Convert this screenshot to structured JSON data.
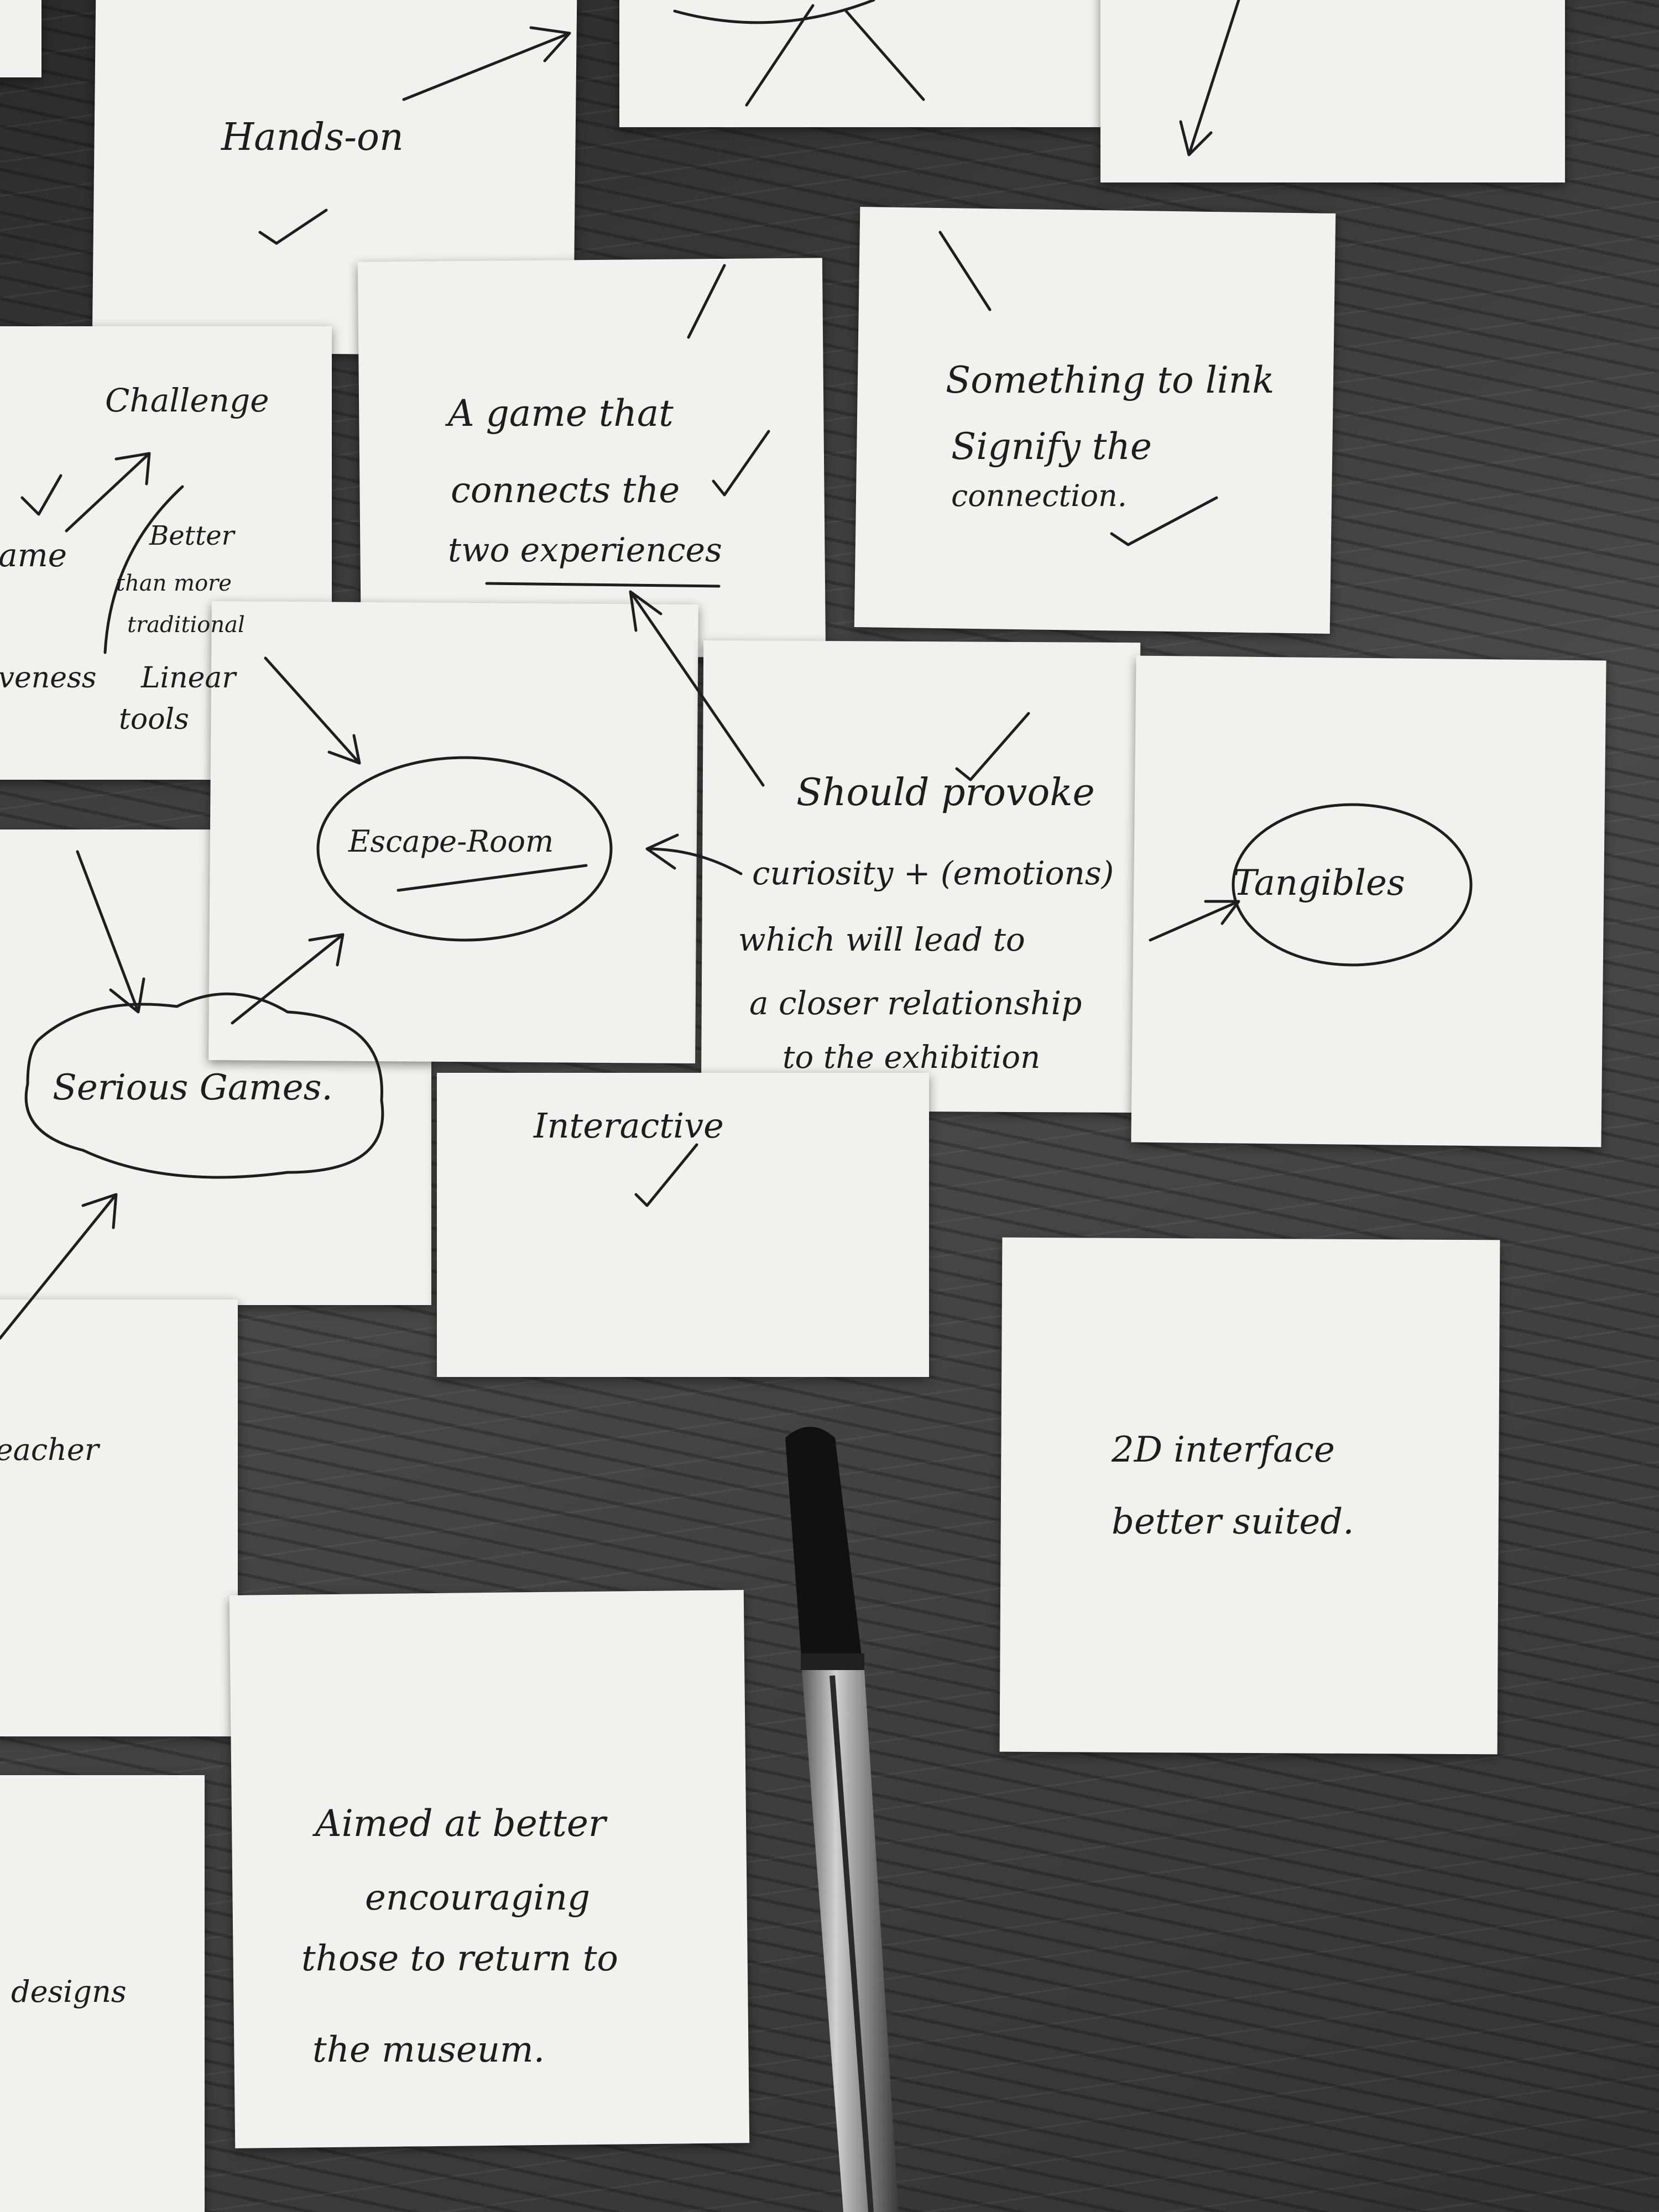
{
  "image": {
    "description": ""
  },
  "notes": {
    "hands_on": {
      "text": "Hands-on"
    },
    "challenge": {
      "title": "Challenge",
      "game": "game",
      "better": "Better",
      "than_more": "than more",
      "traditional": "traditional",
      "linear": "Linear",
      "tools": "tools",
      "iveness": "iveness"
    },
    "game_connects": {
      "line1": "A game that",
      "line2": "connects the",
      "line3": "two experiences"
    },
    "something_link": {
      "line1": "Something to link",
      "line2": "Signify the",
      "line3": "connection."
    },
    "escape_room": {
      "text": "Escape-Room"
    },
    "should_provoke": {
      "line1": "Should provoke",
      "line2": "curiosity + (emotions)",
      "line3": "which will lead to",
      "line4": "a closer relationship",
      "line5": "to the exhibition"
    },
    "tangibles": {
      "text": "Tangibles"
    },
    "serious_games": {
      "text": "Serious Games."
    },
    "interactive": {
      "text": "Interactive"
    },
    "interface_2d": {
      "line1": "2D interface",
      "line2": "better suited."
    },
    "teacher": {
      "text": "teacher"
    },
    "aimed_at": {
      "line1": "Aimed at better",
      "line2": "encouraging",
      "line3": "those to return to",
      "line4": "the museum."
    },
    "designs": {
      "text": "designs"
    }
  },
  "colors": {
    "table": "#3a3a3a",
    "paper": "#f1f1ef",
    "ink": "#1e1e1e"
  }
}
